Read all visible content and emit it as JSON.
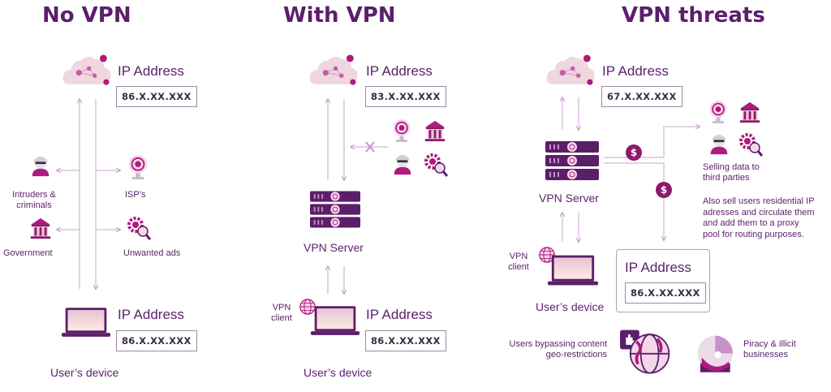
{
  "colors": {
    "primary": "#5b1f6a",
    "accent": "#b0197e",
    "line": "#c9a6cc",
    "cloud": "#f0d6df"
  },
  "panels": [
    {
      "title": "No VPN",
      "cloud_ip_label": "IP Address",
      "cloud_ip": "86.X.XX.XXX",
      "device_ip_label": "IP Address",
      "device_ip": "86.X.XX.XXX",
      "device_label": "User’s device",
      "observers": {
        "intruders": "Intruders &\ncriminals",
        "isp": "ISP’s",
        "government": "Government",
        "ads": "Unwanted ads"
      }
    },
    {
      "title": "With VPN",
      "cloud_ip_label": "IP Address",
      "cloud_ip": "83.X.XX.XXX",
      "server_label": "VPN Server",
      "client_label": "VPN\nclient",
      "device_ip_label": "IP Address",
      "device_ip": "86.X.XX.XXX",
      "device_label": "User’s device"
    },
    {
      "title": "VPN threats",
      "cloud_ip_label": "IP Address",
      "cloud_ip": "67.X.XX.XXX",
      "server_label": "VPN Server",
      "client_label": "VPN\nclient",
      "device_label": "User’s device",
      "leak_ip_label": "IP Address",
      "leak_ip": "86.X.XX.XXX",
      "selling_text": "Selling data to\nthird parties",
      "residential_text": "Also sell users residential IP\nadresses and circulate them\nand add them to a proxy\npool for routing purposes.",
      "bypass_text": "Users bypassing content\ngeo-restrictions",
      "piracy_text": "Piracy & illicit\nbusinesses",
      "dollar_symbol": "$"
    }
  ]
}
